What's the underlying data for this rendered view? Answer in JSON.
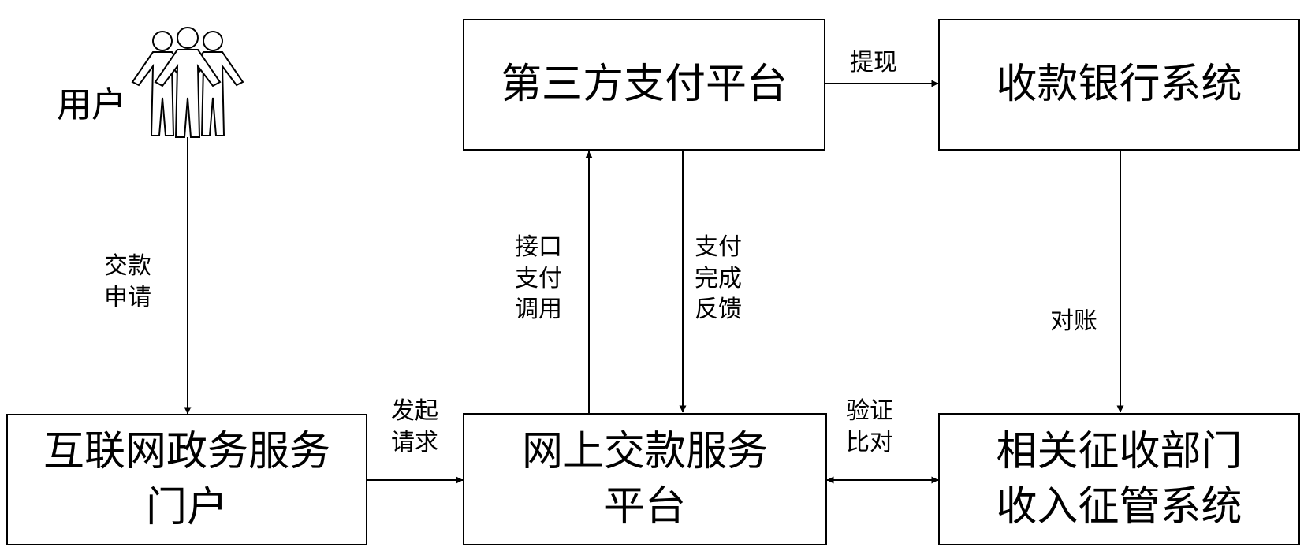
{
  "nodes": {
    "user": {
      "label": "用户"
    },
    "third_party": {
      "line1": "第三方支付平台"
    },
    "bank": {
      "line1": "收款银行系统"
    },
    "portal": {
      "line1": "互联网政务服务",
      "line2": "门户"
    },
    "platform": {
      "line1": "网上交款服务",
      "line2": "平台"
    },
    "dept": {
      "line1": "相关征收部门",
      "line2": "收入征管系统"
    }
  },
  "edges": {
    "apply": {
      "line1": "交款",
      "line2": "申请"
    },
    "request": {
      "line1": "发起",
      "line2": "请求"
    },
    "call": {
      "line1": "接口",
      "line2": "支付",
      "line3": "调用"
    },
    "feedback": {
      "line1": "支付",
      "line2": "完成",
      "line3": "反馈"
    },
    "withdraw": {
      "line1": "提现"
    },
    "reconcile": {
      "line1": "对账"
    },
    "verify": {
      "line1": "验证",
      "line2": "比对"
    }
  }
}
